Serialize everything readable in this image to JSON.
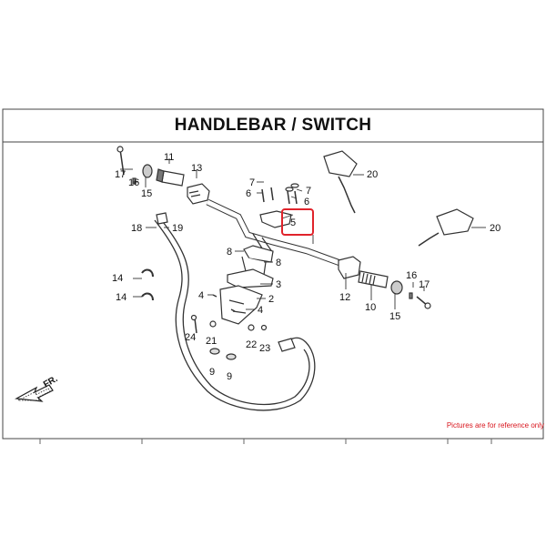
{
  "header": {
    "title": "HANDLEBAR / SWITCH"
  },
  "footer_note": "Pictures are for reference only",
  "direction_label": "FR.",
  "callouts": [
    "17",
    "16",
    "15",
    "11",
    "13",
    "7",
    "6",
    "5",
    "6",
    "7",
    "20",
    "20",
    "18",
    "19",
    "8",
    "8",
    "3",
    "2",
    "4",
    "4",
    "14",
    "14",
    "24",
    "21",
    "22",
    "23",
    "9",
    "9",
    "12",
    "10",
    "16",
    "17",
    "15"
  ],
  "highlight": {
    "part": "5",
    "color": "#e0232b"
  }
}
